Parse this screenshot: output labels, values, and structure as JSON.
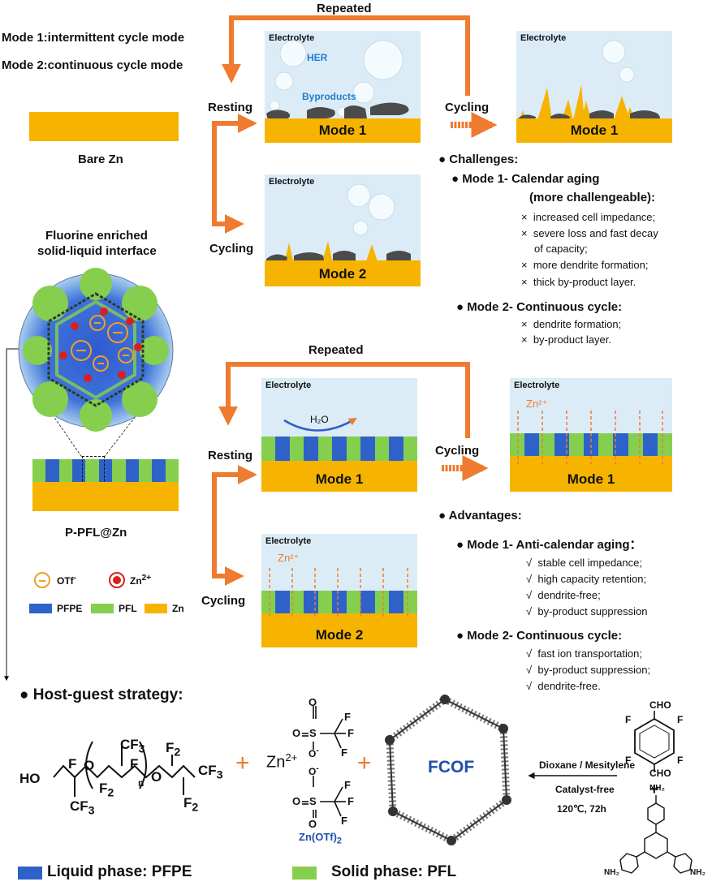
{
  "modes": {
    "mode1_def": "Mode 1:intermittent cycle mode",
    "mode2_def": "Mode 2:continuous cycle mode"
  },
  "labels": {
    "repeated": "Repeated",
    "resting": "Resting",
    "cycling": "Cycling",
    "electrolyte": "Electrolyte",
    "her": "HER",
    "byproducts": "Byproducts",
    "mode1": "Mode 1",
    "mode2": "Mode 2",
    "bare_zn": "Bare Zn",
    "fluorine_title_1": "Fluorine enriched",
    "fluorine_title_2": "solid-liquid interface",
    "p_pfl": "P-PFL@Zn",
    "h2o": "H₂O",
    "zn2plus": "Zn²⁺"
  },
  "legend": {
    "otf": "OTf",
    "otf_sup": "-",
    "zn": "Zn",
    "zn_sup": "2+",
    "pfpe": "PFPE",
    "pfl": "PFL",
    "zn_metal": "Zn"
  },
  "challenges": {
    "title": "Challenges:",
    "mode1_title_1": "Mode 1- Calendar aging",
    "mode1_title_2": "(more challengeable):",
    "mode1_items": [
      "increased cell impedance;",
      "severe loss and fast decay",
      "of capacity;",
      "more dendrite formation;",
      "thick by-product layer."
    ],
    "mode2_title": "Mode 2- Continuous cycle:",
    "mode2_items": [
      "dendrite formation;",
      "by-product layer."
    ]
  },
  "advantages": {
    "title": "Advantages:",
    "mode1_title": "Mode 1- Anti-calendar aging：",
    "mode1_items": [
      "stable cell impedance;",
      "high capacity retention;",
      "dendrite-free;",
      "by-product suppression"
    ],
    "mode2_title": "Mode 2- Continuous cycle:",
    "mode2_items": [
      "fast ion transportation;",
      "by-product suppression;",
      "dendrite-free."
    ]
  },
  "strategy": {
    "title": "Host-guest strategy:",
    "zn2": "Zn",
    "zn2_sup": "2+",
    "znotf": "Zn(OTf)",
    "znotf_sub": "2",
    "fcof": "FCOF",
    "cond1": "Dioxane / Mesitylene",
    "cond2": "Catalyst-free",
    "cond3": "120℃, 72h",
    "plus": "+",
    "liquid_phase": "Liquid phase: PFPE",
    "solid_phase": "Solid phase: PFL",
    "cho": "CHO",
    "f": "F",
    "nh2": "NH₂"
  },
  "colors": {
    "zn": "#f6b400",
    "arrow": "#ee7b30",
    "electrolyte": "#dcecf6",
    "pfpe": "#2f62c8",
    "pfl": "#86cf4e",
    "byproduct": "#4b4b4b",
    "znion": "#d92020",
    "otf": "#f0a020"
  }
}
